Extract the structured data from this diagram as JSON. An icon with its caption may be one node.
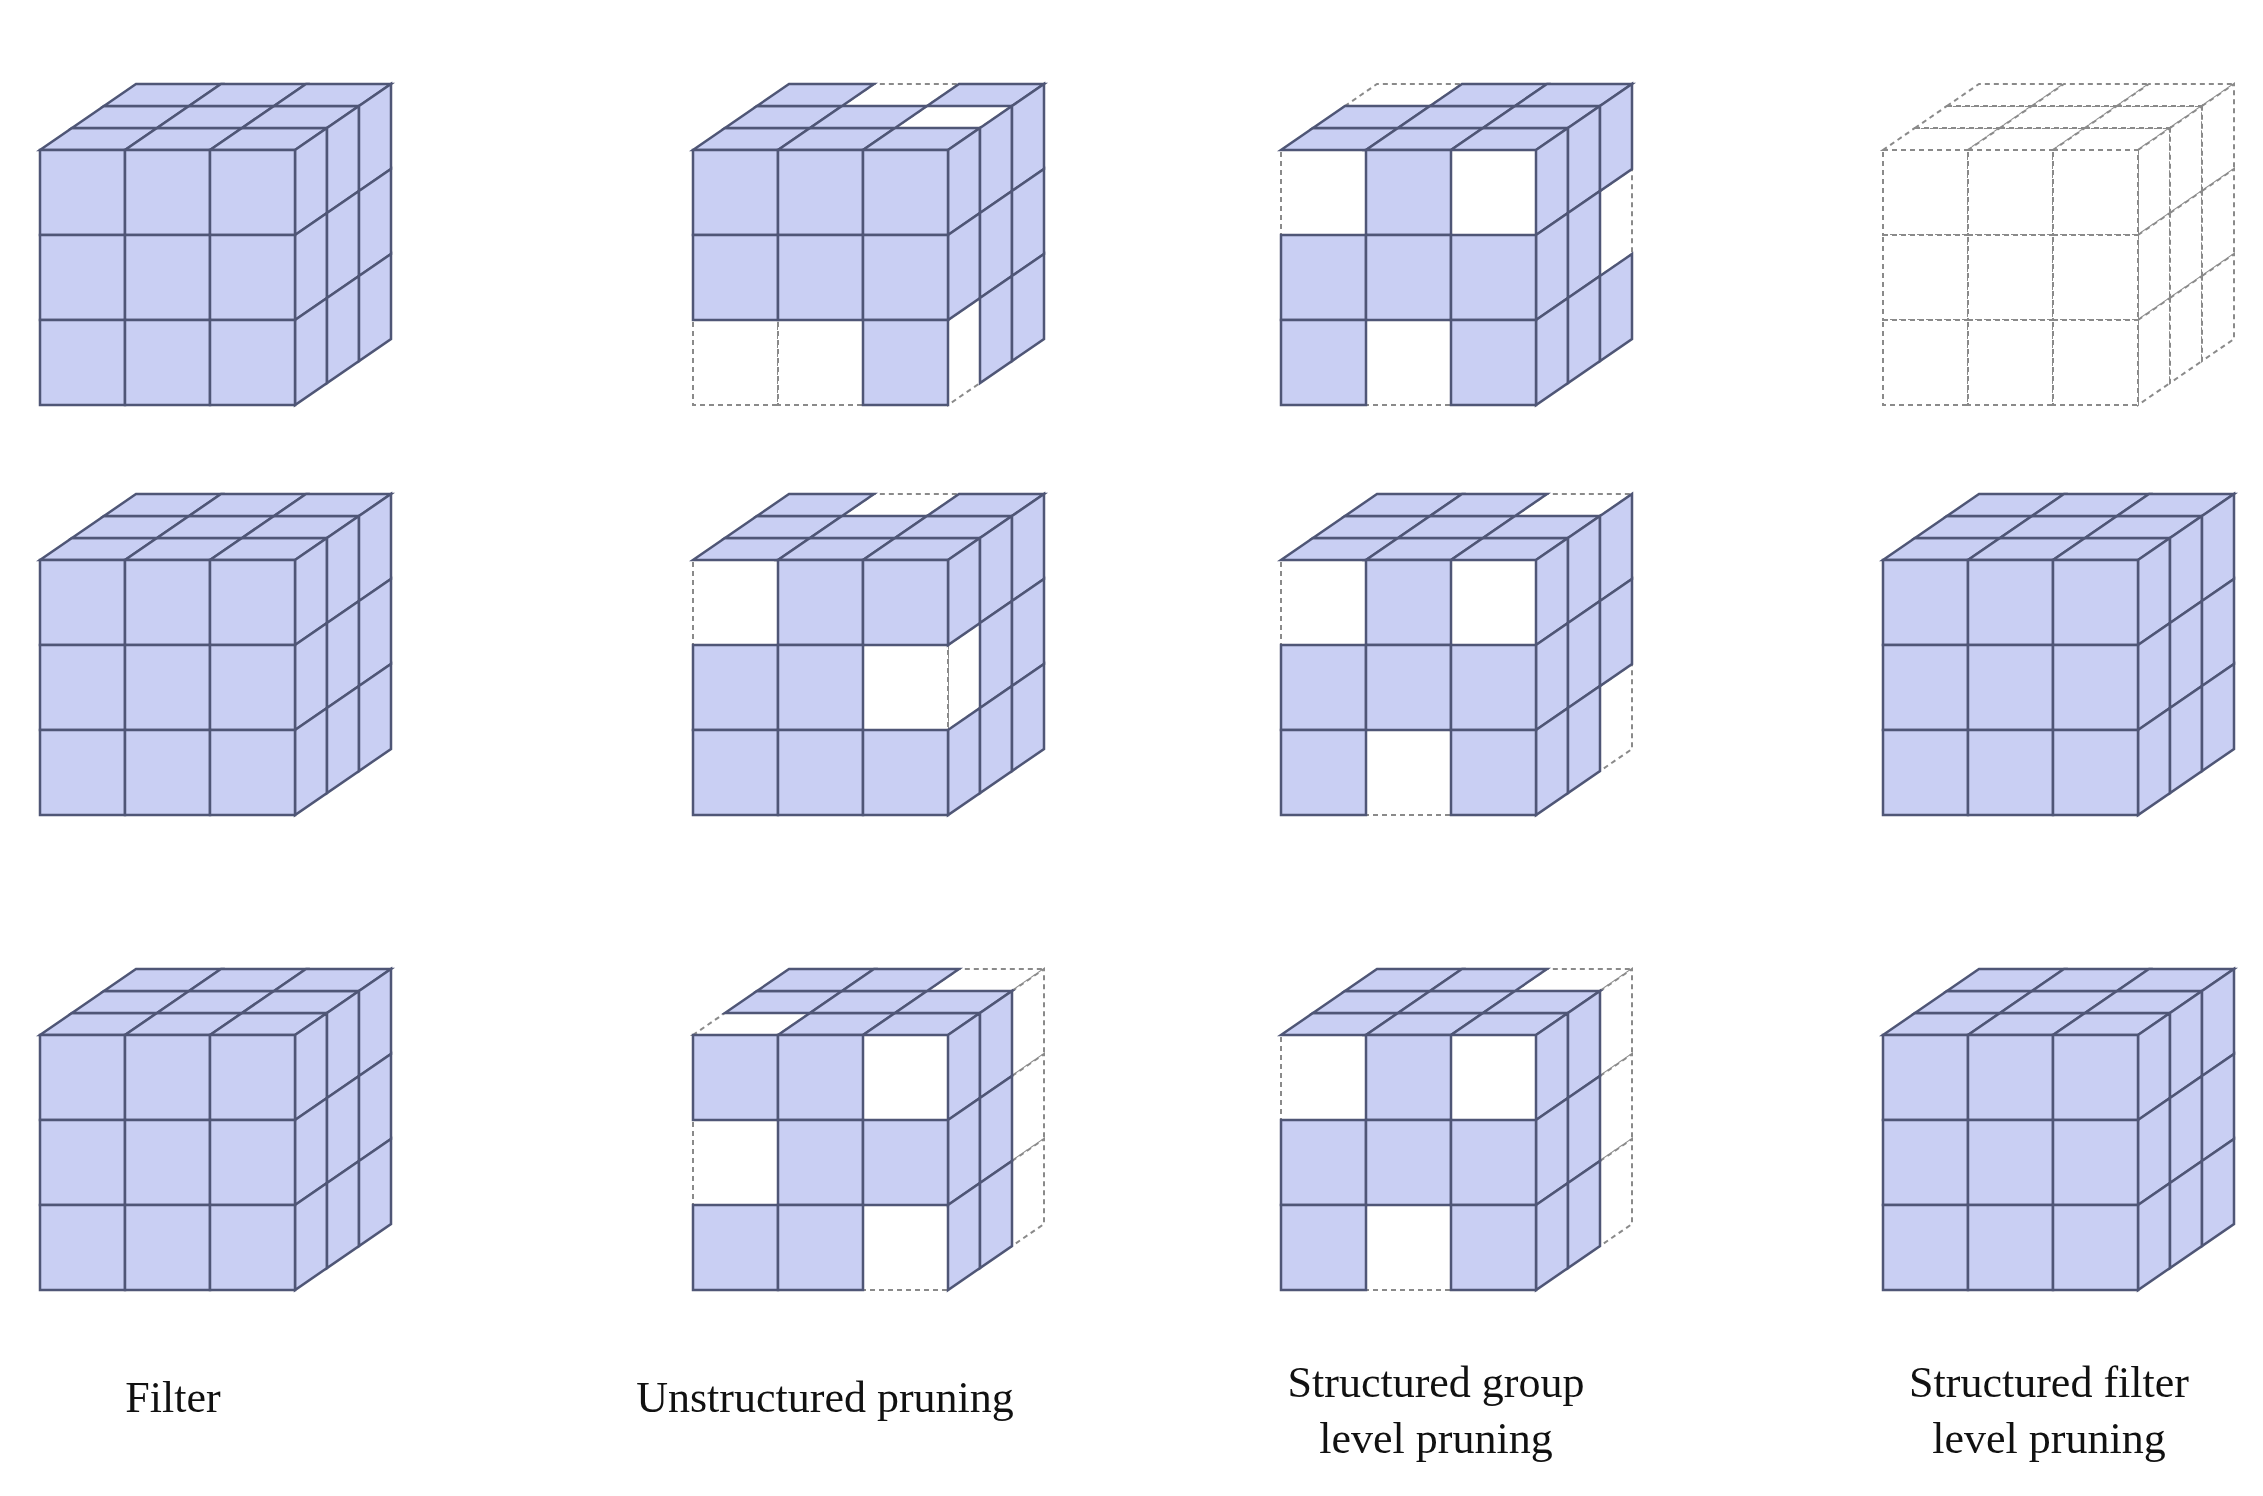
{
  "diagram": {
    "labels": [
      "Filter",
      "Unstructured pruning",
      "Structured group level pruning",
      "Structured filter level pruning"
    ]
  }
}
